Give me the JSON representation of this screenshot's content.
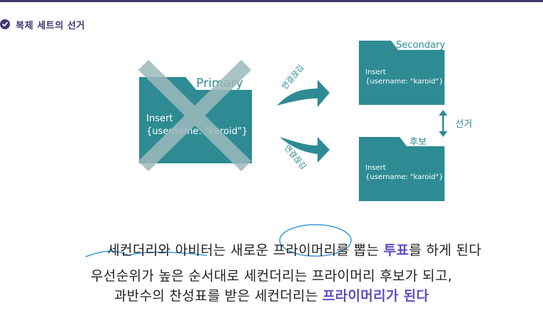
{
  "heading": {
    "title": "복제 세트의 선거"
  },
  "primary": {
    "label": "Primary",
    "op": "Insert",
    "doc": "{username: \"karoid\"}"
  },
  "secondary": {
    "label": "Secondary",
    "op": "Insert",
    "doc": "{username: \"karoid\"}"
  },
  "candidate": {
    "label": "후보",
    "op": "Insert",
    "doc": "{username: \"karoid\"}"
  },
  "arrows": {
    "top_label": "연결끊김",
    "bottom_label": "연결끊김"
  },
  "election_label": "선거",
  "colors": {
    "folder": "#2e8b93",
    "accent": "#5b4fc4",
    "title": "#3b3a75",
    "cross": "#9cb9bc"
  },
  "caption": {
    "line1_a": "세컨더리와 아비터는 새로운 프라이머리를 뽑는 ",
    "line1_hl": "투표",
    "line1_b": "를 하게 된다",
    "line2": "우선순위가 높은 순서대로 세컨더리는 프라이머리 후보가 되고,",
    "line3_a": "과반수의 찬성표를 받은 세컨더리는 ",
    "line3_hl": "프라이머리가 된다"
  }
}
